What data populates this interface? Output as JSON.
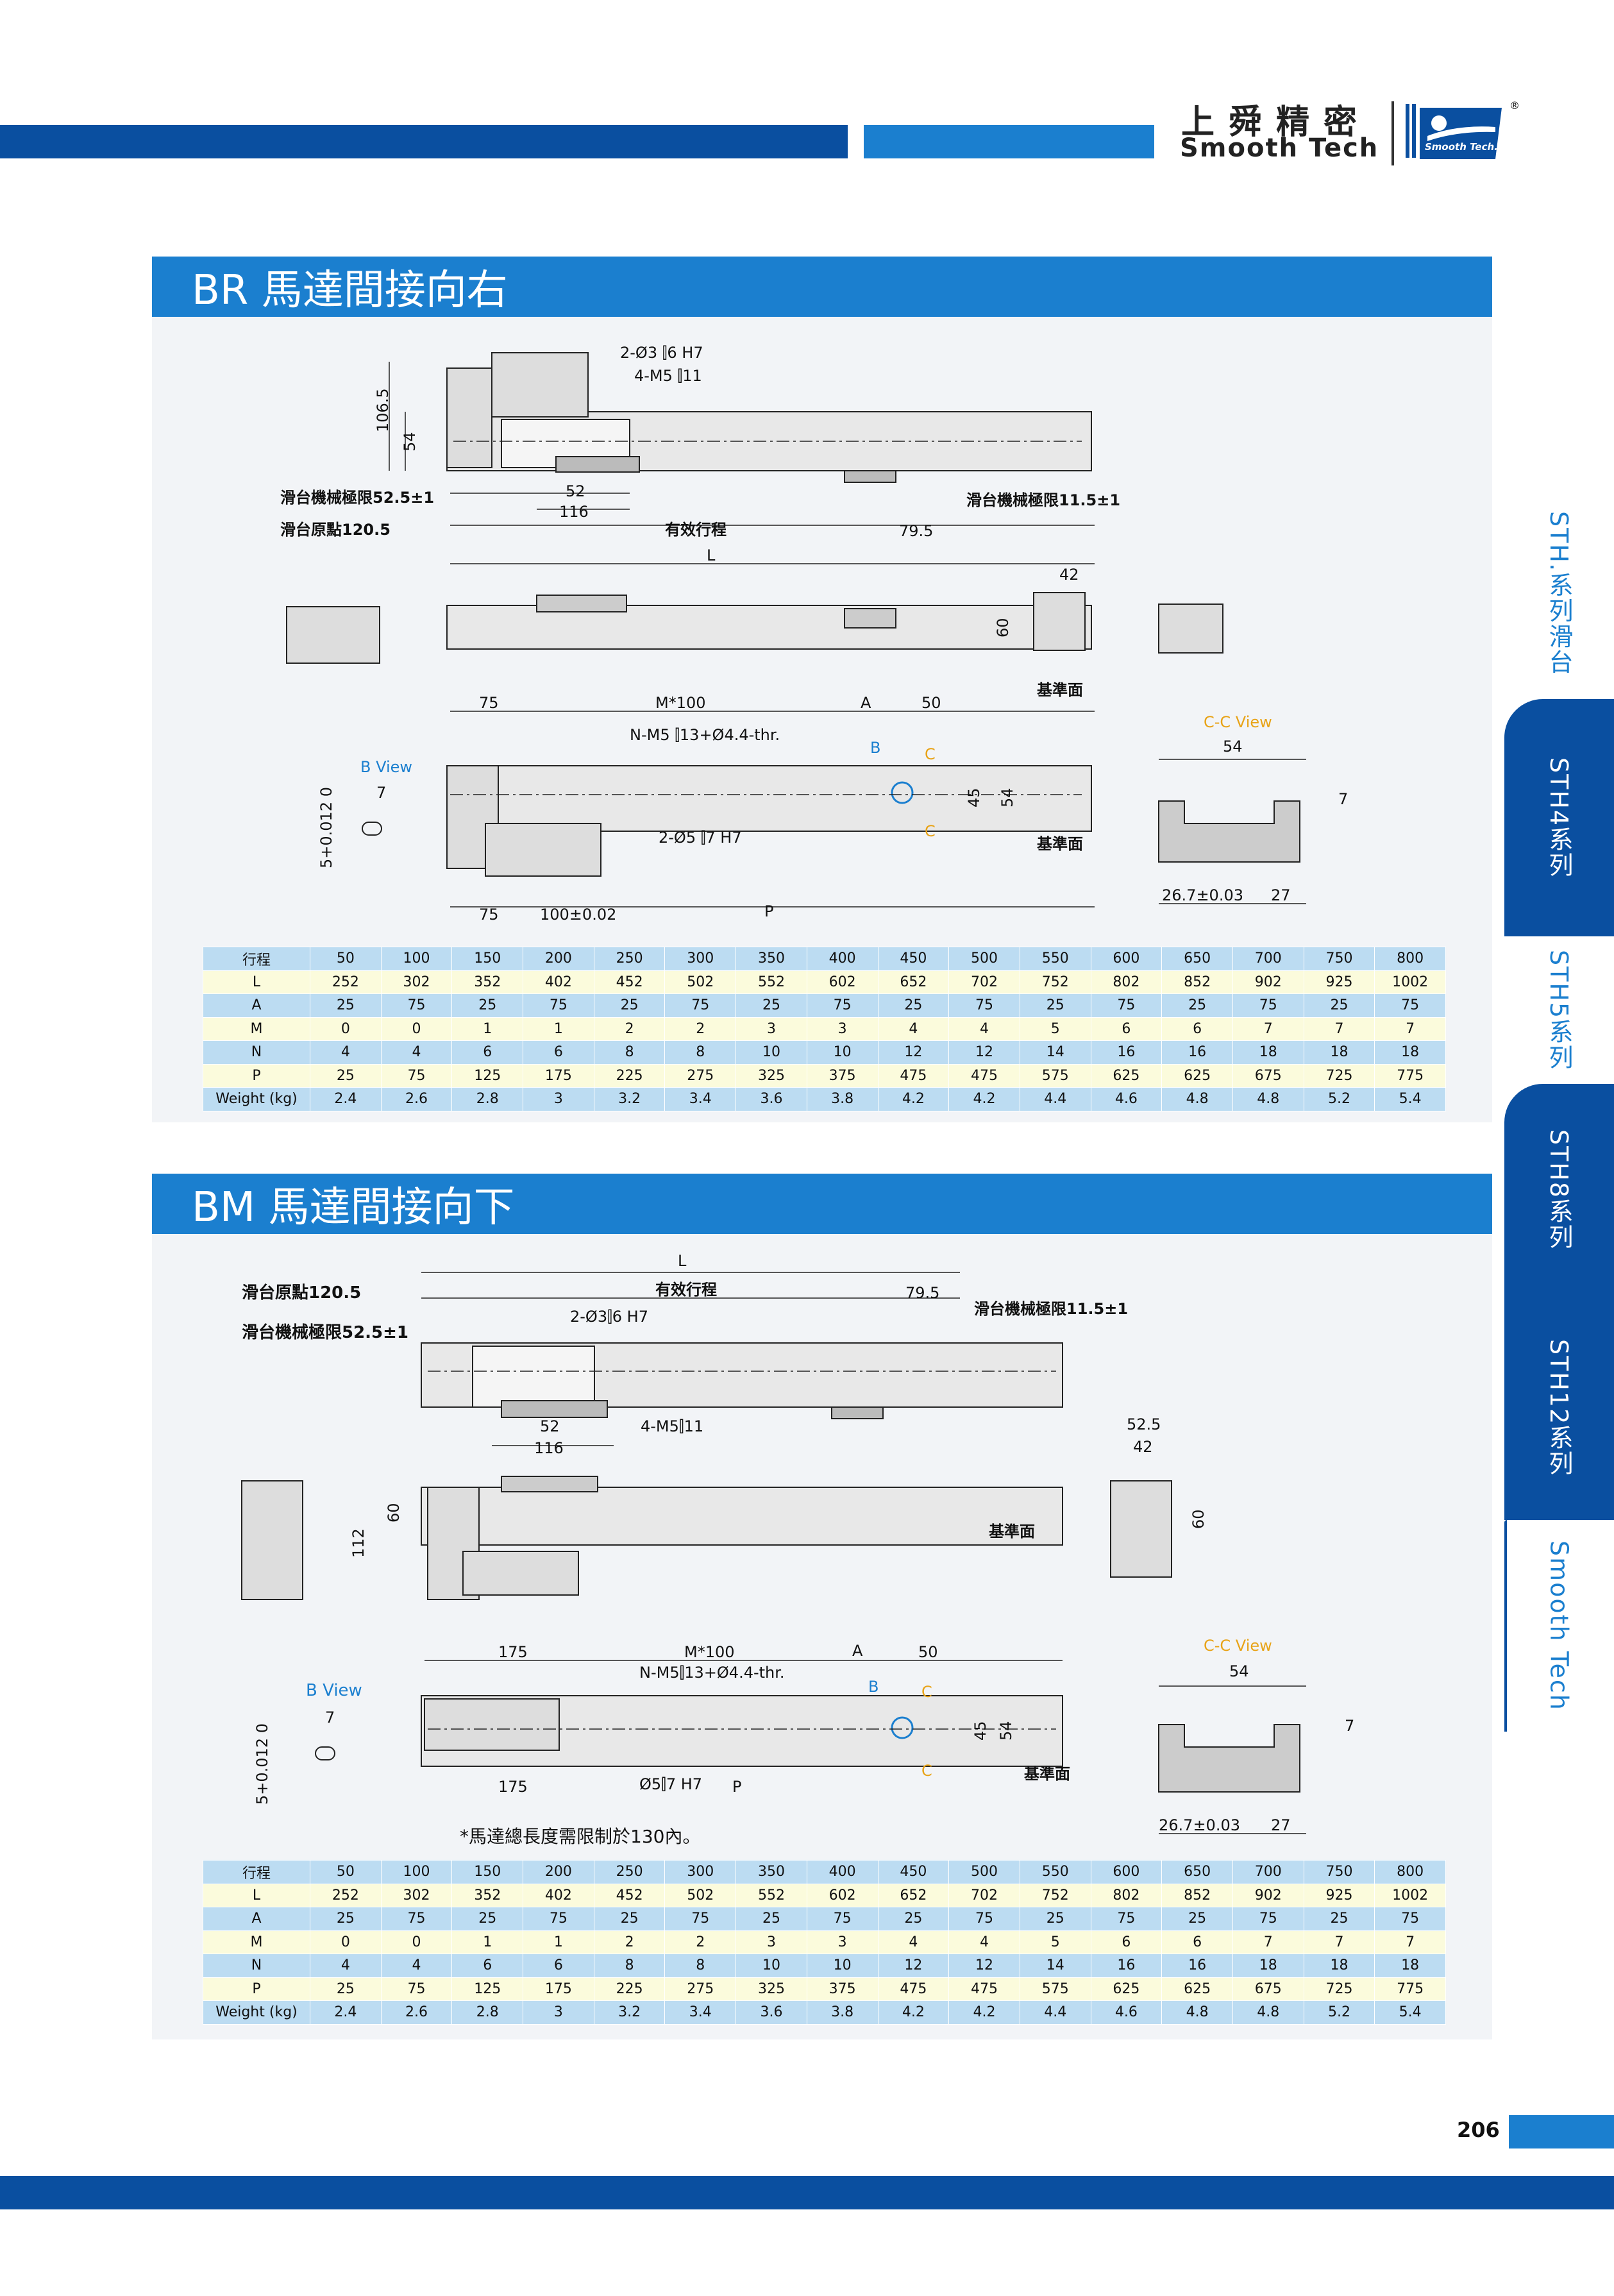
{
  "header": {
    "brand_cn": "上舜精密",
    "brand_en": "Smooth Tech",
    "logo_text": "Smooth Tech.",
    "registered": "®"
  },
  "side_tabs": [
    {
      "label": "STH.系列滑台"
    },
    {
      "label": "STH4系列"
    },
    {
      "label": "STH5系列"
    },
    {
      "label": "STH8系列"
    },
    {
      "label": "STH12系列"
    },
    {
      "label": "Smooth Tech"
    }
  ],
  "sections": [
    {
      "title": "BR 馬達間接向右",
      "drawing_labels": {
        "hole1": "2-Ø3 ⫿6 H7",
        "hole2": "4-M5 ⫿11",
        "dim_106": "106.5",
        "dim_54a": "54",
        "limit_left": "滑台機械極限52.5±1",
        "limit_right": "滑台機械極限11.5±1",
        "origin": "滑台原點120.5",
        "stroke": "有效行程",
        "d52": "52",
        "d116": "116",
        "d795": "79.5",
        "L": "L",
        "d42": "42",
        "d60": "60",
        "ref": "基準面",
        "d75a": "75",
        "m100": "M*100",
        "A": "A",
        "d50": "50",
        "nm5": "N-M5 ⫿13+Ø4.4-thr.",
        "b_view": "B View",
        "b": "B",
        "c1": "C",
        "c2": "C",
        "d45": "45",
        "d54b": "54",
        "d7a": "7",
        "tol": "5+0.012 0",
        "hole3": "2-Ø5 ⫿7 H7",
        "d75b": "75",
        "d100": "100±0.02",
        "P": "P",
        "cc_view": "C-C View",
        "cc54": "54",
        "cc7": "7",
        "cc_ref": "基準面",
        "cc267": "26.7±0.03",
        "cc27": "27"
      }
    },
    {
      "title": "BM 馬達間接向下",
      "drawing_labels": {
        "L": "L",
        "origin": "滑台原點120.5",
        "stroke": "有效行程",
        "d795": "79.5",
        "limit_right": "滑台機械極限11.5±1",
        "limit_left": "滑台機械極限52.5±1",
        "hole1": "2-Ø3⫿6 H7",
        "d52": "52",
        "hole2": "4-M5⫿11",
        "d116": "116",
        "d525": "52.5",
        "d42": "42",
        "d112": "112",
        "d60a": "60",
        "ref": "基準面",
        "d60b": "60",
        "d175a": "175",
        "m100": "M*100",
        "A": "A",
        "d50": "50",
        "nm5": "N-M5⫿13+Ø4.4-thr.",
        "b_view": "B View",
        "b": "B",
        "c1": "C",
        "c2": "C",
        "d45": "45",
        "d54": "54",
        "ref2": "基準面",
        "d7a": "7",
        "tol": "5+0.012 0",
        "d175b": "175",
        "hole3": "Ø5⫿7 H7",
        "P": "P",
        "cc_view": "C-C View",
        "cc54": "54",
        "cc7": "7",
        "cc267": "26.7±0.03",
        "cc27": "27",
        "note": "*馬達總長度需限制於130內。"
      }
    }
  ],
  "spec_table": {
    "rows": [
      {
        "label": "行程",
        "values": [
          "50",
          "100",
          "150",
          "200",
          "250",
          "300",
          "350",
          "400",
          "450",
          "500",
          "550",
          "600",
          "650",
          "700",
          "750",
          "800"
        ]
      },
      {
        "label": "L",
        "values": [
          "252",
          "302",
          "352",
          "402",
          "452",
          "502",
          "552",
          "602",
          "652",
          "702",
          "752",
          "802",
          "852",
          "902",
          "925",
          "1002"
        ]
      },
      {
        "label": "A",
        "values": [
          "25",
          "75",
          "25",
          "75",
          "25",
          "75",
          "25",
          "75",
          "25",
          "75",
          "25",
          "75",
          "25",
          "75",
          "25",
          "75"
        ]
      },
      {
        "label": "M",
        "values": [
          "0",
          "0",
          "1",
          "1",
          "2",
          "2",
          "3",
          "3",
          "4",
          "4",
          "5",
          "6",
          "6",
          "7",
          "7",
          "7"
        ]
      },
      {
        "label": "N",
        "values": [
          "4",
          "4",
          "6",
          "6",
          "8",
          "8",
          "10",
          "10",
          "12",
          "12",
          "14",
          "16",
          "16",
          "18",
          "18",
          "18"
        ]
      },
      {
        "label": "P",
        "values": [
          "25",
          "75",
          "125",
          "175",
          "225",
          "275",
          "325",
          "375",
          "475",
          "475",
          "575",
          "625",
          "625",
          "675",
          "725",
          "775"
        ]
      },
      {
        "label": "Weight (kg)",
        "values": [
          "2.4",
          "2.6",
          "2.8",
          "3",
          "3.2",
          "3.4",
          "3.6",
          "3.8",
          "4.2",
          "4.2",
          "4.4",
          "4.6",
          "4.8",
          "4.8",
          "5.2",
          "5.4"
        ]
      }
    ]
  },
  "footer": {
    "page_number": "206"
  },
  "colors": {
    "dark_blue": "#0a4fa0",
    "light_blue": "#1b7fcf",
    "accent_orange": "#e8a317"
  }
}
